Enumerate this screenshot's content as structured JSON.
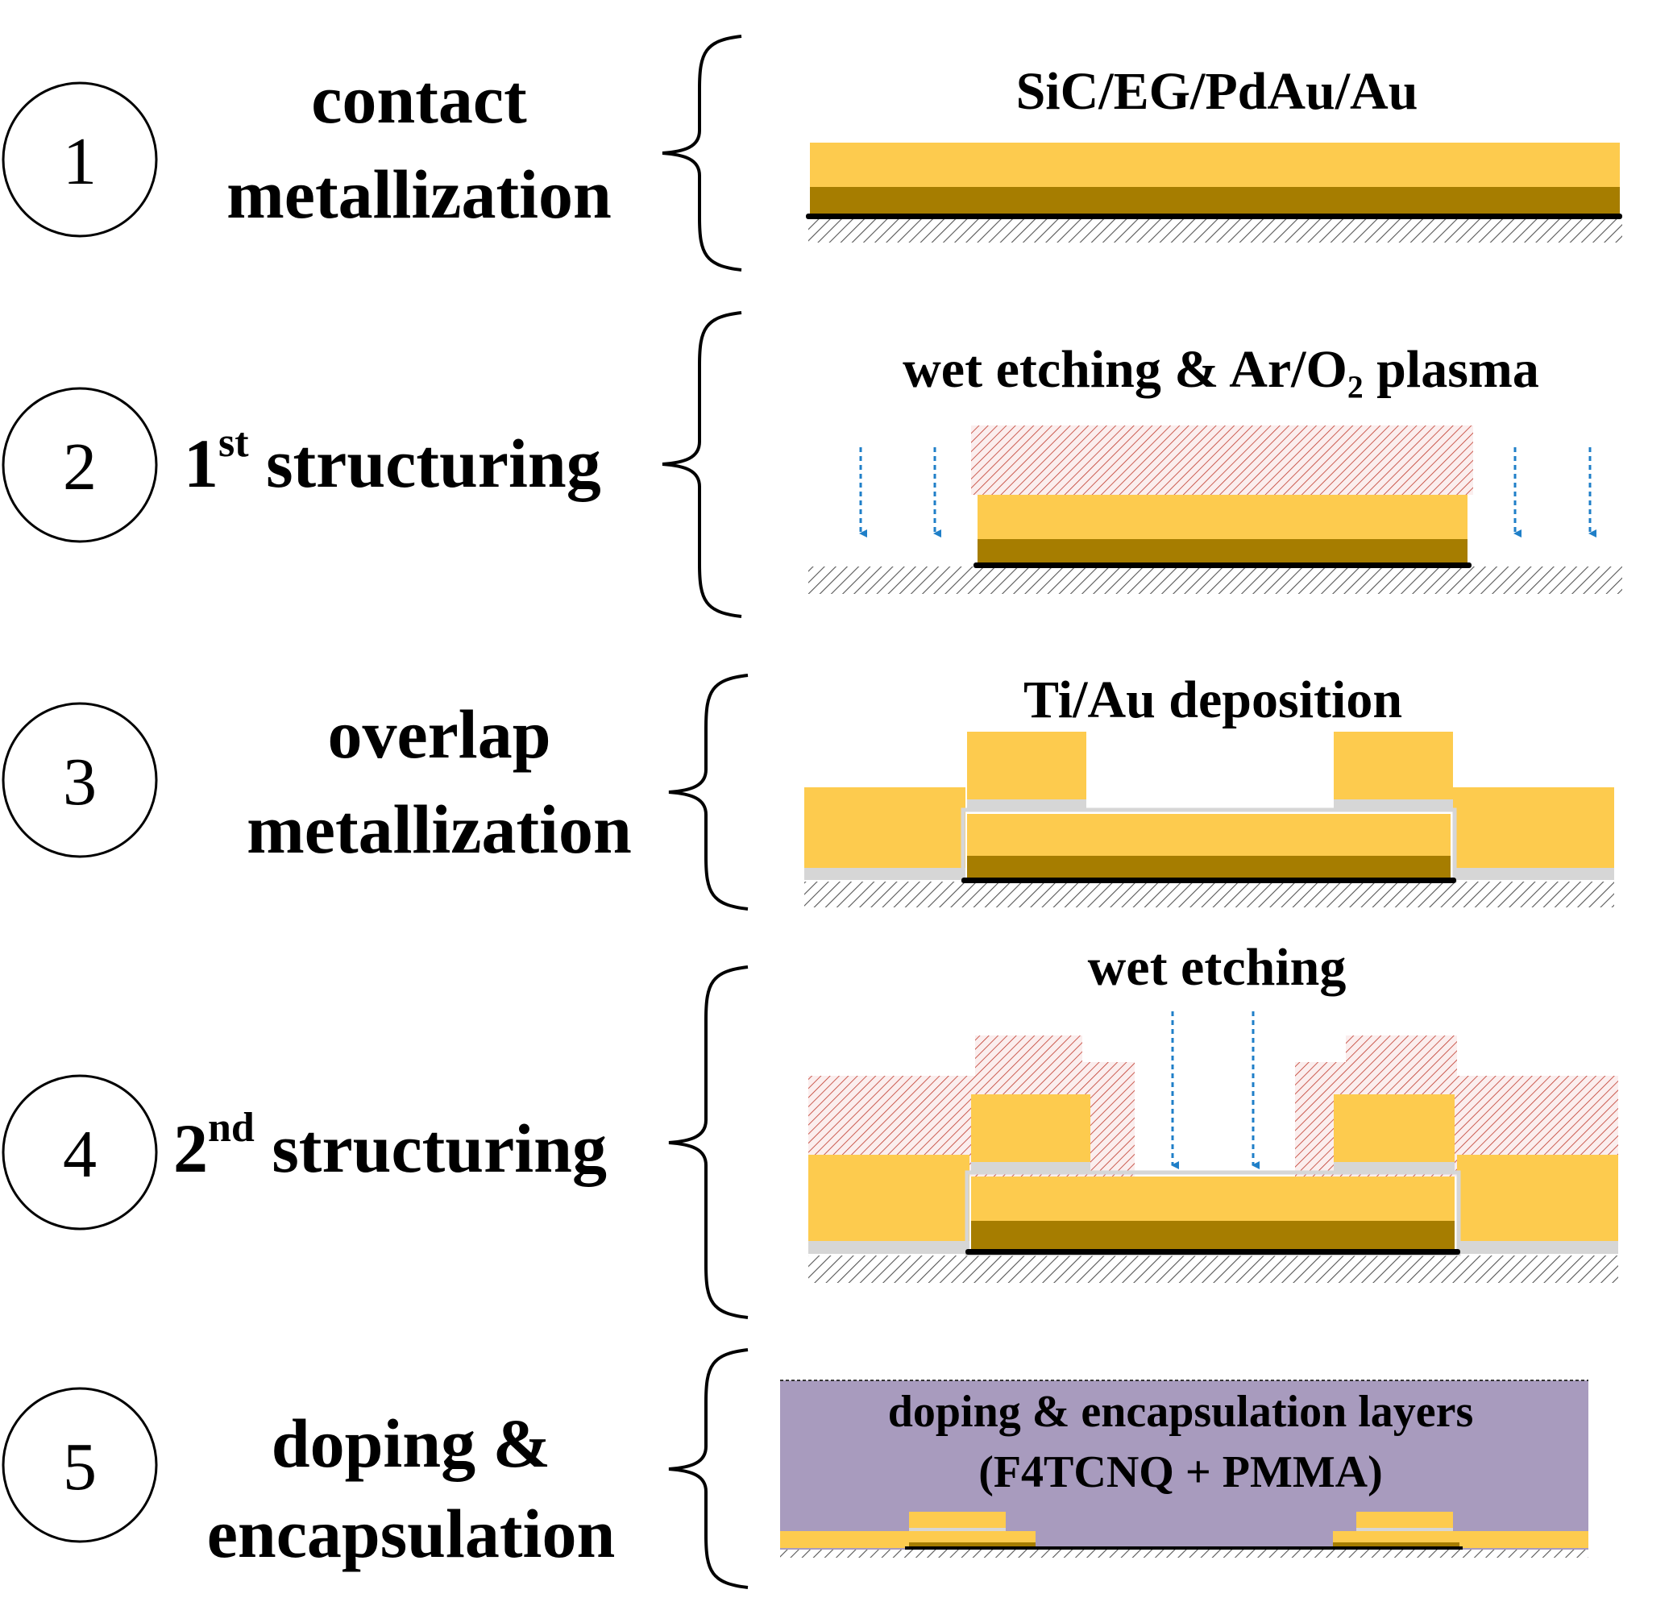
{
  "steps": [
    {
      "number": "1",
      "label_lines": [
        "contact",
        "metallization"
      ],
      "caption": "SiC/EG/PdAu/Au"
    },
    {
      "number": "2",
      "label_prefix": "1",
      "label_sup": "st",
      "label_suffix": " structuring",
      "caption": "wet etching & Ar/O₂ plasma"
    },
    {
      "number": "3",
      "label_lines": [
        "overlap",
        "metallization"
      ],
      "caption": "Ti/Au deposition"
    },
    {
      "number": "4",
      "label_prefix": "2",
      "label_sup": "nd",
      "label_suffix": " structuring",
      "caption": "wet etching"
    },
    {
      "number": "5",
      "label_lines": [
        "doping &",
        "encapsulation"
      ],
      "caption_lines": [
        "doping & encapsulation layers",
        "(F4TCNQ + PMMA)"
      ]
    }
  ],
  "colors": {
    "gold": "#FDCB4E",
    "dark_gold": "#A67D00",
    "graphene": "#000000",
    "titanium": "#D6D6D6",
    "photoresist_hatch": "#C0392B",
    "substrate_hatch": "#555555",
    "etch_arrow": "#1F7FC8",
    "encapsulation": "#A89BBE",
    "circle_stroke": "#000000"
  },
  "icons": [
    "down-arrow-icon"
  ]
}
